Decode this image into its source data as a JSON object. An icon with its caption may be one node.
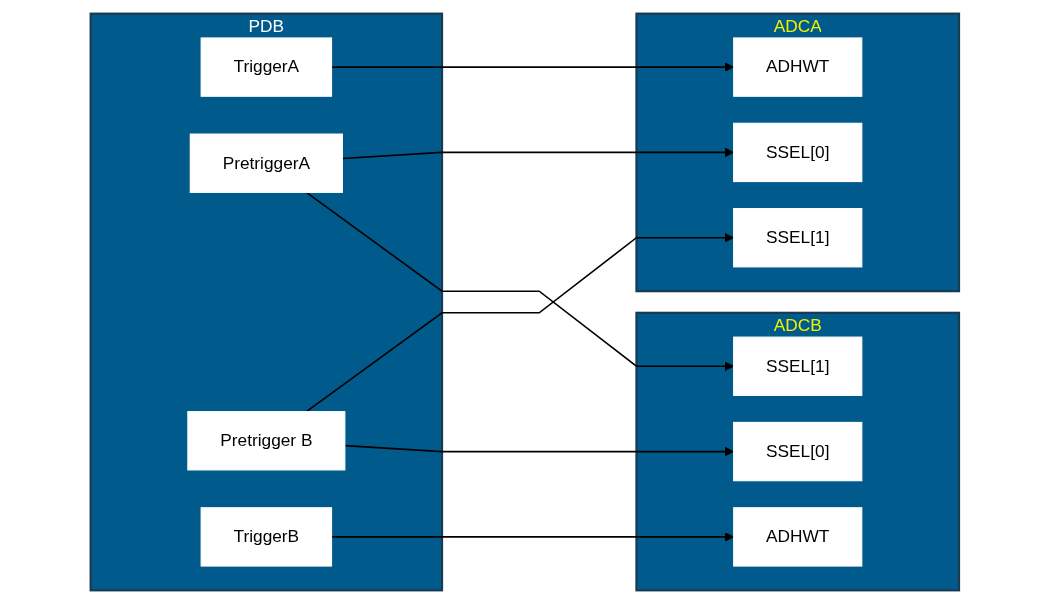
{
  "diagram": {
    "nodes": [
      {
        "text": [
          "PDB"
        ]
      },
      {
        "text": [
          "TriggerA"
        ],
        "in": 0
      },
      {
        "text": [
          "PretriggerA"
        ],
        "in": 0
      },
      {
        "text": [
          "Pretrigger B"
        ],
        "in": 0
      },
      {
        "text": [
          "TriggerB"
        ],
        "in": 0
      },
      {
        "text": [
          "ADCA"
        ]
      },
      {
        "text": [
          "ADHWT"
        ],
        "in": 5
      },
      {
        "text": [
          "SSEL[0]"
        ],
        "in": 5
      },
      {
        "text": [
          "SSEL[1]"
        ],
        "in": 5
      },
      {
        "text": [
          "ADCB"
        ]
      },
      {
        "text": [
          "SSEL[1]"
        ],
        "in": 9
      },
      {
        "text": [
          "SSEL[0]"
        ],
        "in": 9
      },
      {
        "text": [
          "ADHWT"
        ],
        "in": 9
      }
    ],
    "edges": [
      {
        "from": 1,
        "to": 6,
        "arrow": "to"
      },
      {
        "from": 2,
        "to": 7,
        "arrow": "to"
      },
      {
        "from": 2,
        "to": 10,
        "arrow": "to"
      },
      {
        "from": 3,
        "to": 8,
        "arrow": "to"
      },
      {
        "from": 3,
        "to": 11,
        "arrow": "to"
      },
      {
        "from": 4,
        "to": 12,
        "arrow": "to"
      }
    ]
  }
}
